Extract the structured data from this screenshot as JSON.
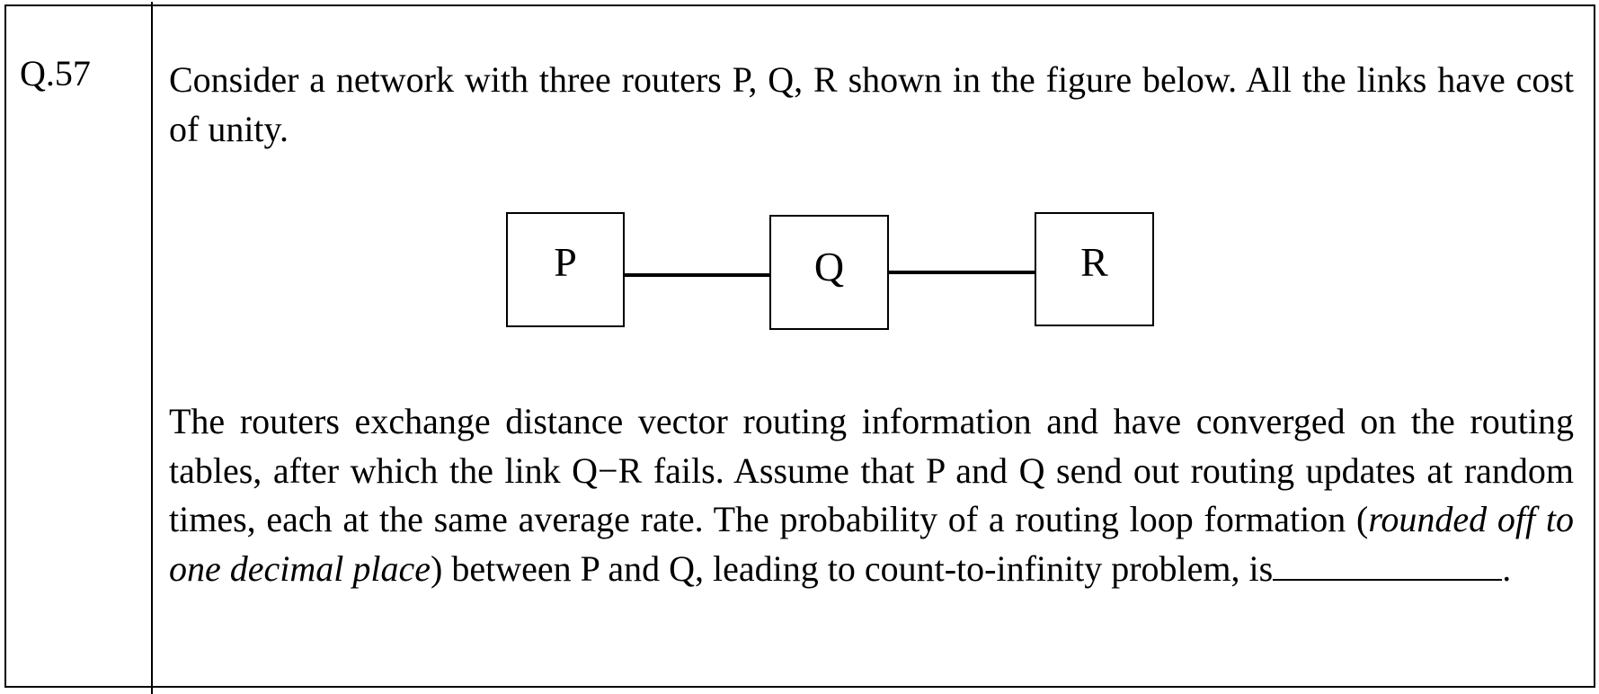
{
  "question": {
    "number": "Q.57",
    "intro": "Consider a network with three routers P, Q, R shown in the figure below. All the links have cost of unity.",
    "body_part1": "The routers exchange distance vector routing information and have converged on the routing tables, after which the link Q−R fails. Assume that P and Q send out routing updates at random times, each at the same average rate. The probability of a routing loop formation (",
    "body_italic": "rounded off to one decimal place",
    "body_part2": ") between P and Q, leading to count-to-infinity problem, is",
    "body_end": "."
  },
  "figure": {
    "nodes": [
      {
        "id": "P",
        "label": "P"
      },
      {
        "id": "Q",
        "label": "Q"
      },
      {
        "id": "R",
        "label": "R"
      }
    ],
    "links": [
      {
        "from": "P",
        "to": "Q"
      },
      {
        "from": "Q",
        "to": "R"
      }
    ]
  }
}
